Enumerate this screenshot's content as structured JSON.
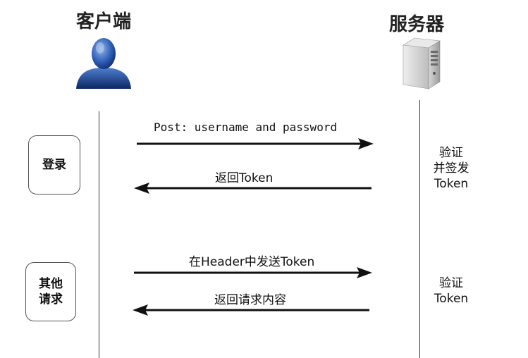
{
  "client": {
    "title": "客户端",
    "icon": "user-avatar-icon"
  },
  "server": {
    "title": "服务器",
    "icon": "server-tower-icon"
  },
  "steps": {
    "login": {
      "label": "登录"
    },
    "other": {
      "label_line1": "其他",
      "label_line2": "请求"
    }
  },
  "messages": [
    {
      "text": "Post: username and password",
      "direction": "client-to-server"
    },
    {
      "text": "返回Token",
      "direction": "server-to-client"
    },
    {
      "text": "在Header中发送Token",
      "direction": "client-to-server"
    },
    {
      "text": "返回请求内容",
      "direction": "server-to-client"
    }
  ],
  "server_notes": {
    "top": {
      "line1": "验证",
      "line2": "并签发",
      "line3": "Token"
    },
    "bottom": {
      "line1": "验证",
      "line2": "Token"
    }
  }
}
